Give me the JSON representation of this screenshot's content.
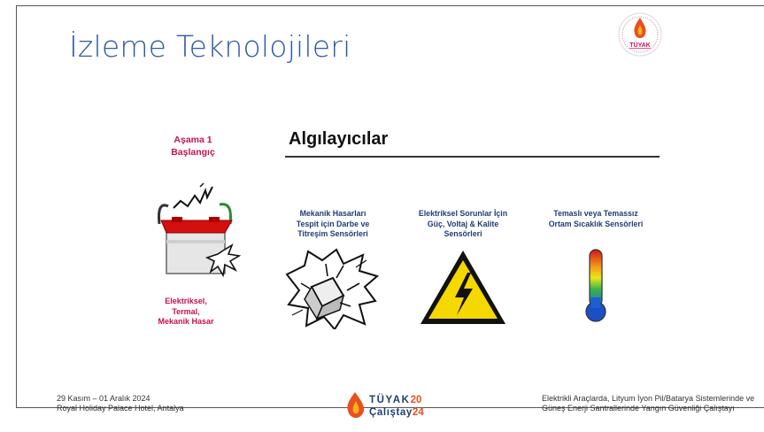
{
  "slide": {
    "title": "İzleme Teknolojileri",
    "logo_text": "TÜYAK",
    "stage_line1": "Aşama 1",
    "stage_line2": "Başlangıç",
    "heading": "Algılayıcılar",
    "damage_line1": "Elektriksel,",
    "damage_line2": "Termal,",
    "damage_line3": "Mekanik Hasar"
  },
  "sensors": [
    {
      "line1": "Mekanik Hasarları",
      "line2": "Tespit için Darbe ve",
      "line3": "Titreşim Sensörleri"
    },
    {
      "line1": "Elektriksel Sorunlar İçin",
      "line2": "Güç, Voltaj & Kalite",
      "line3": "Sensörleri"
    },
    {
      "line1": "Temaslı veya Temassız",
      "line2": "Ortam Sıcaklık Sensörleri",
      "line3": ""
    }
  ],
  "footer": {
    "date": "29 Kasım – 01 Aralık 2024",
    "venue": "Royal Holiday Palace Hotel, Antalya",
    "logo_top": "TÜYAK",
    "logo_top_num": "20",
    "logo_bottom": "Çalıştay",
    "logo_bottom_num": "24",
    "event_line1": "Elektrikli Araçlarda, Lityum İyon Pil/Batarya Sistemlerinde ve",
    "event_line2": "Güneş Enerji Santrallerinde Yangın Güvenliği Çalıştayı"
  },
  "colors": {
    "title": "#2e5aa8",
    "accent": "#c4134a",
    "label": "#1f3e73",
    "warning": "#f5d800"
  }
}
